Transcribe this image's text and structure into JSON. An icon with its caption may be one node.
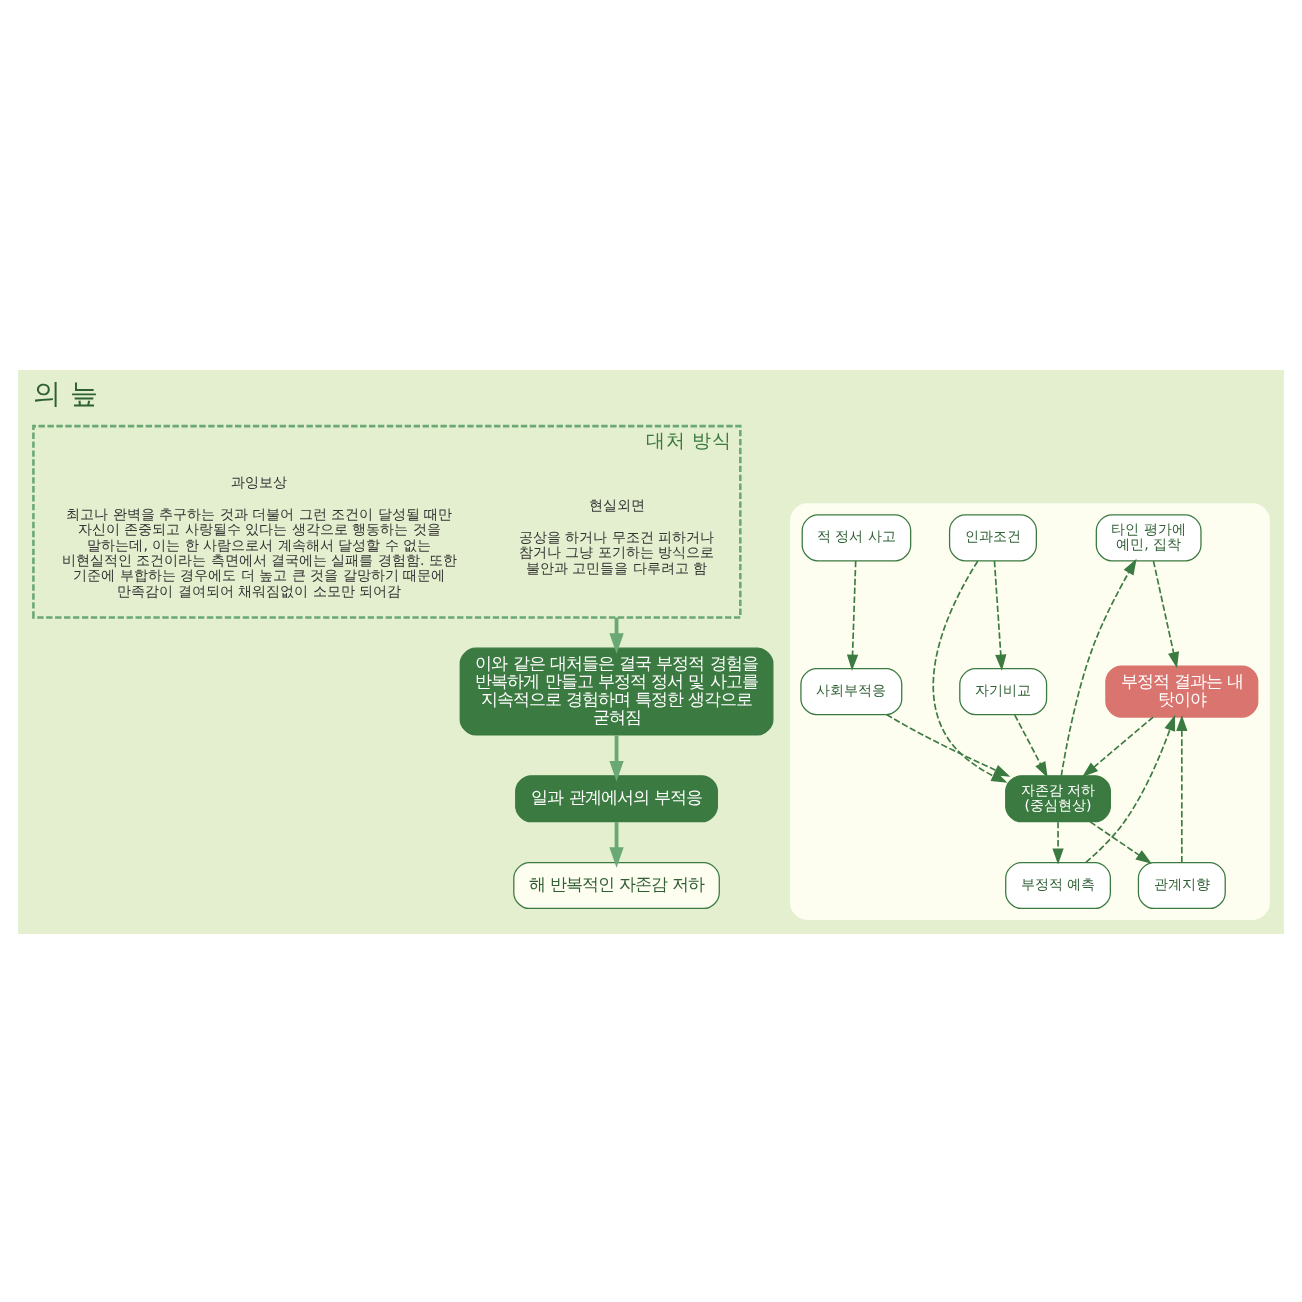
{
  "diagram": {
    "title": "의 늪",
    "nodes": [
      {
        "text": [
          "해 반복적인 자존감 저하"
        ]
      },
      {
        "text": [
          "일과 관계에서의 부적응"
        ]
      },
      {
        "text": [],
        "shape": "box"
      },
      {
        "text": [
          "타인 평가에 예민, 집착"
        ],
        "in": 2
      },
      {
        "text": [
          "관계지향"
        ],
        "in": 2
      },
      {
        "text": [
          "부정적 결과는 내 탓이야"
        ],
        "in": 2
      },
      {
        "text": [
          "부정적 예측"
        ],
        "in": 2
      },
      {
        "text": [
          "인과조건"
        ],
        "in": 2
      },
      {
        "text": [
          "자존감 저하 (중심현상)"
        ],
        "in": 2
      },
      {
        "text": [
          "자기비교"
        ],
        "in": 2
      },
      {
        "text": [
          "적 정서 사고"
        ],
        "in": 2
      },
      {
        "text": [
          "사회부적응"
        ],
        "in": 2
      },
      {
        "text": [
          "이와 같은 대처들은 결국 부정적 경험을 반복하게 만들고 부정적 정서 및 사고를 지속적으로 경험하며 특정한 생각으로 굳혀짐"
        ]
      },
      {
        "text": [
          "대처 방식"
        ]
      },
      {
        "text": [
          "현실외면",
          "공상을 하거나 무조건 피하거나 참거나 그냥 포기하는 방식으로 불안과 고민들을 다루려고 함"
        ],
        "in": 13
      },
      {
        "text": [
          "과잉보상",
          "최고나 완벽을 추구하는 것과 더불어 그런 조건이 달성될 때만 자신이 존중되고 사랑될수 있다는 생각으로 행동하는 것을 말하는데, 이는 한 사람으로서 계속해서 달성할 수 없는 비현실적인 조건이라는 측면에서 결국에는 실패를 경험함. 또한 기준에 부합하는 경우에도 더 높고 큰 것을 갈망하기 때문에 만족감이 결여되어 채워짐없이 소모만 되어감"
        ],
        "in": 13
      }
    ],
    "edges": [
      {
        "from": 1,
        "to": 0,
        "arrow": "to",
        "color": "#6aa874"
      },
      {
        "from": 12,
        "to": 1,
        "arrow": "to",
        "color": "#6aa874"
      },
      {
        "from": 8,
        "to": 3,
        "arrow": "to",
        "style": "dashed"
      },
      {
        "from": 3,
        "to": 5,
        "arrow": "to",
        "style": "dashed"
      },
      {
        "from": 8,
        "to": 4,
        "arrow": "to",
        "style": "dashed"
      },
      {
        "from": 4,
        "to": 5,
        "arrow": "to",
        "style": "dashed"
      },
      {
        "from": 8,
        "to": 6,
        "arrow": "to",
        "style": "dashed"
      },
      {
        "from": 6,
        "to": 5,
        "arrow": "to",
        "style": "dashed"
      },
      {
        "from": 7,
        "to": 8,
        "arrow": "to",
        "style": "dashed"
      },
      {
        "from": 7,
        "to": 9,
        "arrow": "to",
        "style": "dashed"
      },
      {
        "from": 9,
        "to": 8,
        "arrow": "to",
        "style": "dashed"
      },
      {
        "from": 5,
        "to": 8,
        "arrow": "to",
        "style": "dashed"
      },
      {
        "from": 10,
        "to": 11,
        "arrow": "to",
        "style": "dashed"
      },
      {
        "from": 11,
        "to": 8,
        "arrow": "to",
        "style": "dashed"
      },
      {
        "from": 13,
        "to": 12,
        "arrow": "to",
        "color": "#6aa874"
      }
    ]
  }
}
